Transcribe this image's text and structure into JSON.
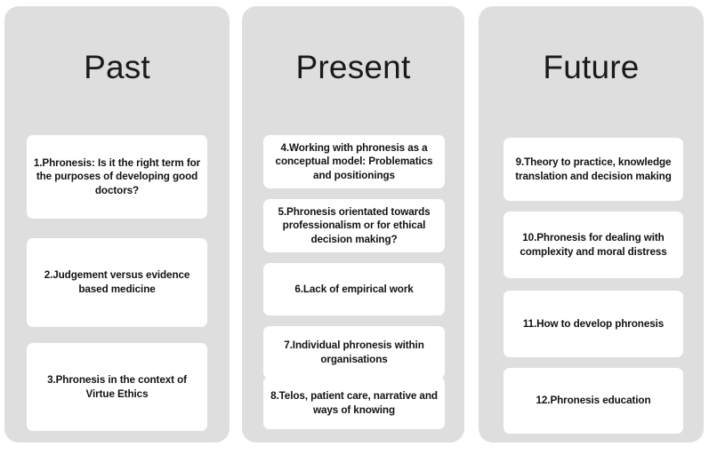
{
  "figure": {
    "background_color": "#ffffff",
    "panel_color": "#dedede",
    "card_color": "#ffffff",
    "text_color": "#131313"
  },
  "columns": [
    {
      "title": "Past",
      "cards": [
        {
          "text": "1.Phronesis: Is it the right term for the purposes of developing good doctors?"
        },
        {
          "text": "2.Judgement versus evidence based medicine"
        },
        {
          "text": "3.Phronesis in the context of Virtue Ethics"
        }
      ]
    },
    {
      "title": "Present",
      "cards": [
        {
          "text": "4.Working with phronesis as a conceptual model: Problematics and positionings"
        },
        {
          "text": "5.Phronesis orientated towards professionalism or for ethical decision making?"
        },
        {
          "text": "6.Lack of empirical work"
        },
        {
          "text": "7.Individual phronesis within organisations"
        },
        {
          "text": "8.Telos, patient care, narrative and ways of knowing"
        }
      ]
    },
    {
      "title": "Future",
      "cards": [
        {
          "text": "9.Theory to practice, knowledge translation and decision making"
        },
        {
          "text": "10.Phronesis for dealing with complexity and moral distress"
        },
        {
          "text": "11.How to develop phronesis"
        },
        {
          "text": "12.Phronesis education"
        }
      ]
    }
  ]
}
